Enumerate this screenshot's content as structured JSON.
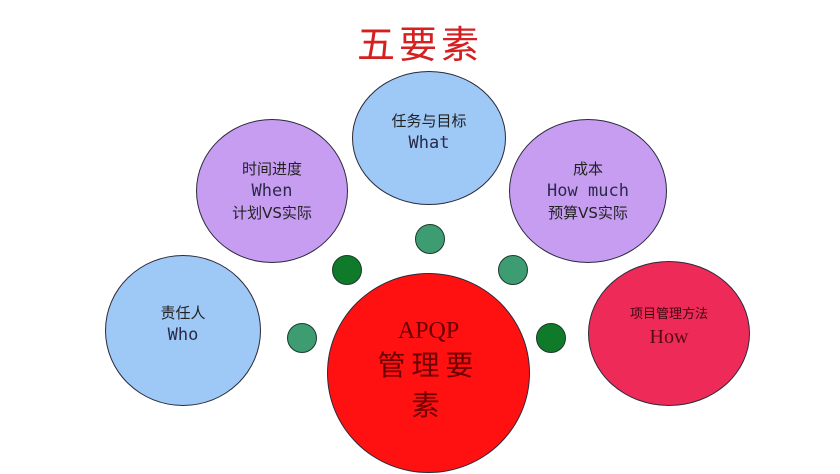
{
  "title": "五要素",
  "colors": {
    "title": "#d42020",
    "light_blue": "#9ec8f5",
    "lavender": "#c79df2",
    "crimson": "#ee2a58",
    "center_red": "#ff1111",
    "dot_dark_green": "#0f7a2a",
    "dot_teal": "#3d9c72"
  },
  "nodes": {
    "what": {
      "cn": "任务与目标",
      "en": "What"
    },
    "when": {
      "cn": "时间进度",
      "en": "When",
      "sub": "计划VS实际"
    },
    "how_much": {
      "cn": "成本",
      "en": "How much",
      "sub": "预算VS实际"
    },
    "who": {
      "cn": "责任人",
      "en": "Who"
    },
    "how": {
      "cn": "项目管理方法",
      "en": "How"
    },
    "center": {
      "en": "APQP",
      "cn_line1": "管理要",
      "cn_line2": "素"
    }
  },
  "connectors": [
    {
      "id": "dot-top",
      "color": "teal"
    },
    {
      "id": "dot-upper-left",
      "color": "dark-green"
    },
    {
      "id": "dot-upper-right",
      "color": "teal"
    },
    {
      "id": "dot-lower-left",
      "color": "teal"
    },
    {
      "id": "dot-lower-right",
      "color": "dark-green"
    }
  ]
}
